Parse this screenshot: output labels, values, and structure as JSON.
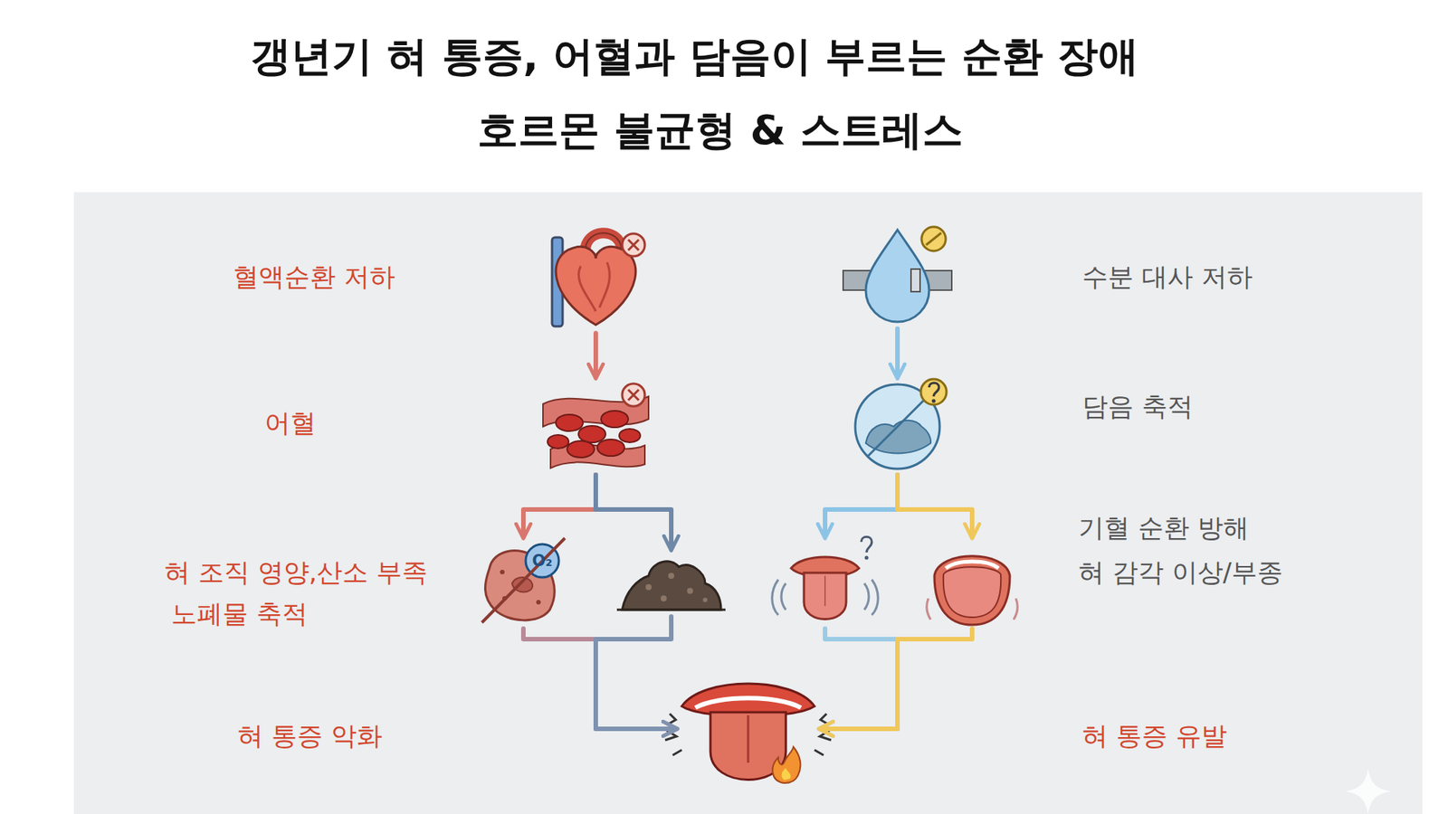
{
  "diagram": {
    "title": "갱년기 혀 통증, 어혈과 담음이 부르는 순환 장애",
    "nodes": [
      {
        "text": [
          "혈액순환 저하"
        ]
      },
      {
        "text": [
          "어혈"
        ]
      },
      {
        "text": [
          "혀 조직 영양,산소 부족"
        ]
      },
      {
        "text": [
          "노폐물 축적"
        ]
      },
      {
        "text": [
          "수분 대사 저하"
        ]
      },
      {
        "text": [
          "담음 축적"
        ]
      },
      {
        "text": [
          "기혈 순환 방해"
        ]
      },
      {
        "text": [
          "혀 감각 이상/부종"
        ]
      },
      {
        "text": [
          "혀 통증 악화",
          "혀 통증 유발"
        ]
      }
    ],
    "edges": [
      {
        "from": 0,
        "to": 1,
        "arrow": "to"
      },
      {
        "from": 1,
        "to": 2,
        "arrow": "to"
      },
      {
        "from": 1,
        "to": 3,
        "arrow": "to"
      },
      {
        "from": 2,
        "to": 8,
        "arrow": "to"
      },
      {
        "from": 3,
        "to": 8,
        "arrow": "to"
      },
      {
        "from": 4,
        "to": 5,
        "arrow": "to"
      },
      {
        "from": 5,
        "to": 6,
        "arrow": "to"
      },
      {
        "from": 5,
        "to": 7,
        "arrow": "to"
      },
      {
        "from": 6,
        "to": 8,
        "arrow": "to"
      },
      {
        "from": 7,
        "to": 8,
        "arrow": "to"
      }
    ],
    "labels": [
      "호르몬 불균형 & 스트레스",
      "O₂"
    ]
  }
}
